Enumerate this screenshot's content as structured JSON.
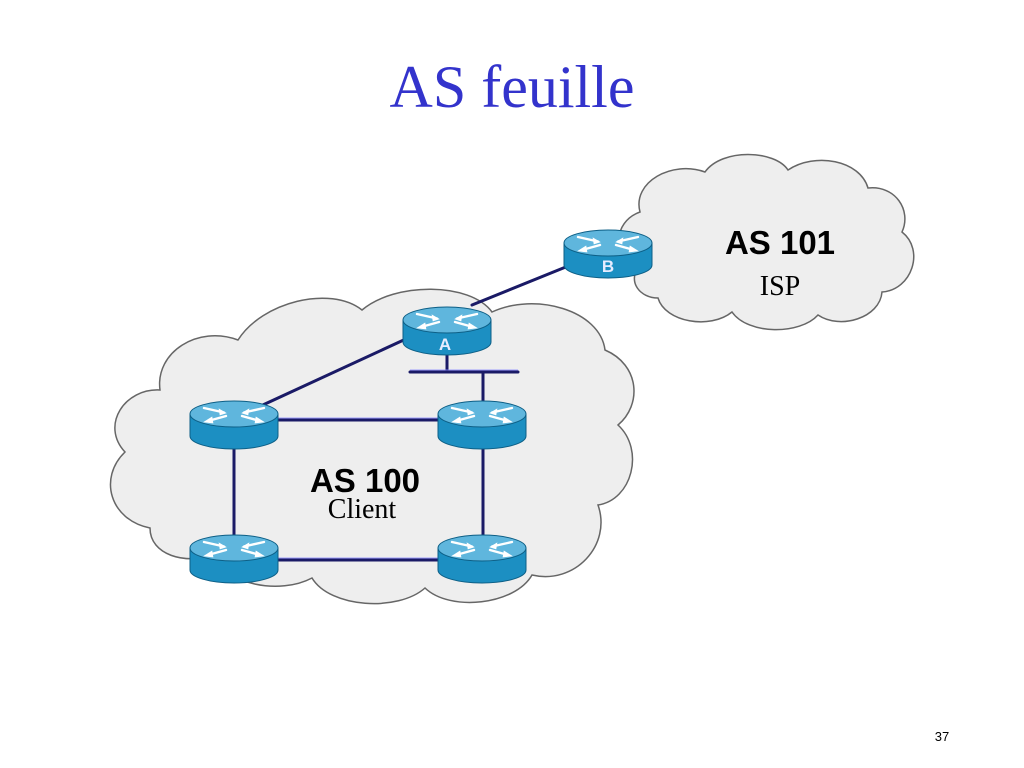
{
  "slide": {
    "title": "AS feuille",
    "page_number": "37"
  },
  "as_isp": {
    "name": "AS 101",
    "role": "ISP"
  },
  "as_client": {
    "name": "AS 100",
    "role": "Client"
  },
  "routers": {
    "b_label": "B",
    "a_label": "A"
  },
  "colors": {
    "title": "#3333cc",
    "cloud_fill": "#eeeeee",
    "router_body": "#1c8fc2",
    "router_top": "#5fb6dd",
    "link": "#1a1a66"
  },
  "icons": {
    "router": "router-icon",
    "cloud": "cloud-shape"
  }
}
